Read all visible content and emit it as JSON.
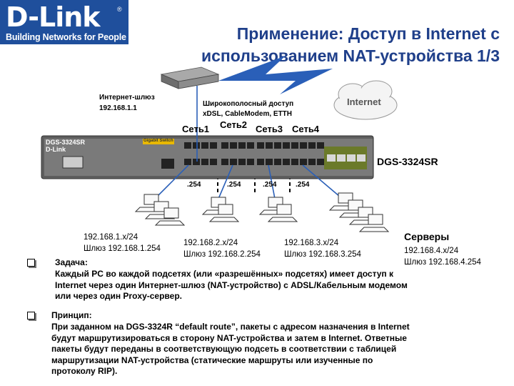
{
  "logo": {
    "word": "D-Link",
    "registered": "®",
    "tagline": "Building Networks for People"
  },
  "title": {
    "line1": "Применение: Доступ в Internet с",
    "line2": "использованием NAT-устройства 1/3"
  },
  "diagram": {
    "gateway_label": "Интернет-шлюз",
    "gateway_ip": "192.168.1.1",
    "broadband_line1": "Широкополосный доступ",
    "broadband_line2": "xDSL, CableModem, ETTH",
    "internet": "Internet",
    "networks": [
      "Сеть1",
      "Сеть2",
      "Сеть3",
      "Сеть4"
    ],
    "port_ips": [
      ".254",
      ".254",
      ".254",
      ".254"
    ],
    "switch_model": "DGS-3324SR",
    "switch_brand": "D-Link",
    "switch_face_model": "DGS-3324SR",
    "switch_face_label": "Gigabit Switch",
    "subnets": [
      {
        "net": "192.168.1.x/24",
        "gw": "Шлюз 192.168.1.254"
      },
      {
        "net": "192.168.2.x/24",
        "gw": "Шлюз 192.168.2.254"
      },
      {
        "net": "192.168.3.x/24",
        "gw": "Шлюз 192.168.3.254"
      }
    ],
    "servers": {
      "title": "Серверы",
      "net": "192.168.4.x/24",
      "gw": "Шлюз 192.168.4.254"
    }
  },
  "task": {
    "heading": "Задача:",
    "lines": [
      "Каждый PC во каждой подсетях (или «разрешённых» подсетях) имеет доступ к",
      "Internet через один Интернет-шлюз (NAT-устройство) с ADSL/Кабельным модемом",
      "или через один Proxy-сервер."
    ]
  },
  "principle": {
    "heading": "Принцип:",
    "lines": [
      "При заданном на DGS-3324R “default route”, пакеты с адресом назначения в Internet",
      "будут маршрутизироваться в сторону NAT-устройства и затем в Internet. Ответные",
      "пакеты будут переданы в соответствующую подсеть в соответствии с таблицей",
      "маршрутизации NAT-устройства (статические маршруты или изученные по",
      "протоколу RIP)."
    ]
  },
  "colors": {
    "title": "#1f3f8a",
    "logo_bg": "#1f4f9c",
    "link": "#2a5fb8"
  }
}
